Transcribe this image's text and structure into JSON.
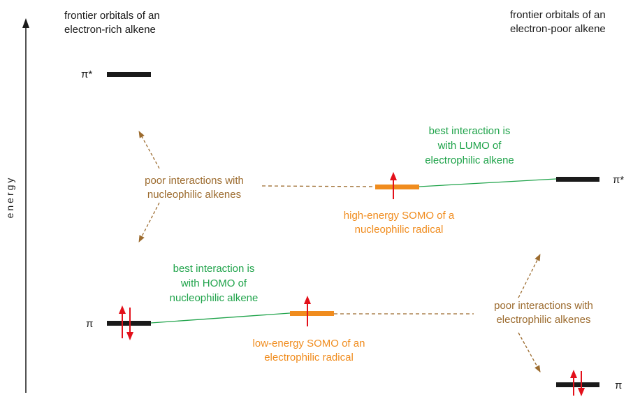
{
  "axis": {
    "label": "energy"
  },
  "left": {
    "heading_line1": "frontier orbitals of an",
    "heading_line2": "electron-rich alkene",
    "pi_star_label": "π*",
    "pi_label": "π",
    "electrons": "paired (↑↓) in π"
  },
  "right": {
    "heading_line1": "frontier orbitals of an",
    "heading_line2": "electron-poor alkene",
    "pi_star_label": "π*",
    "pi_label": "π",
    "electrons": "paired (↑↓) in π"
  },
  "annotations": {
    "poor_nuc_line1": "poor interactions with",
    "poor_nuc_line2": "nucleophilic alkenes",
    "best_lumo_line1": "best interaction is",
    "best_lumo_line2": "with LUMO of",
    "best_lumo_line3": "electrophilic alkene",
    "high_somo_line1": "high-energy SOMO of a",
    "high_somo_line2": "nucleophilic radical",
    "best_homo_line1": "best interaction is",
    "best_homo_line2": "with HOMO of",
    "best_homo_line3": "nucleophilic alkene",
    "low_somo_line1": "low-energy SOMO of an",
    "low_somo_line2": "electrophilic radical",
    "poor_elec_line1": "poor interactions with",
    "poor_elec_line2": "electrophilic alkenes"
  },
  "colors": {
    "orbital_level": "#1a1a1a",
    "somo_level": "#f08c1e",
    "electron_arrow": "#e3101a",
    "good_interaction": "#1fa34a",
    "poor_interaction": "#9c6b2e",
    "somo_text": "#f08c1e"
  }
}
